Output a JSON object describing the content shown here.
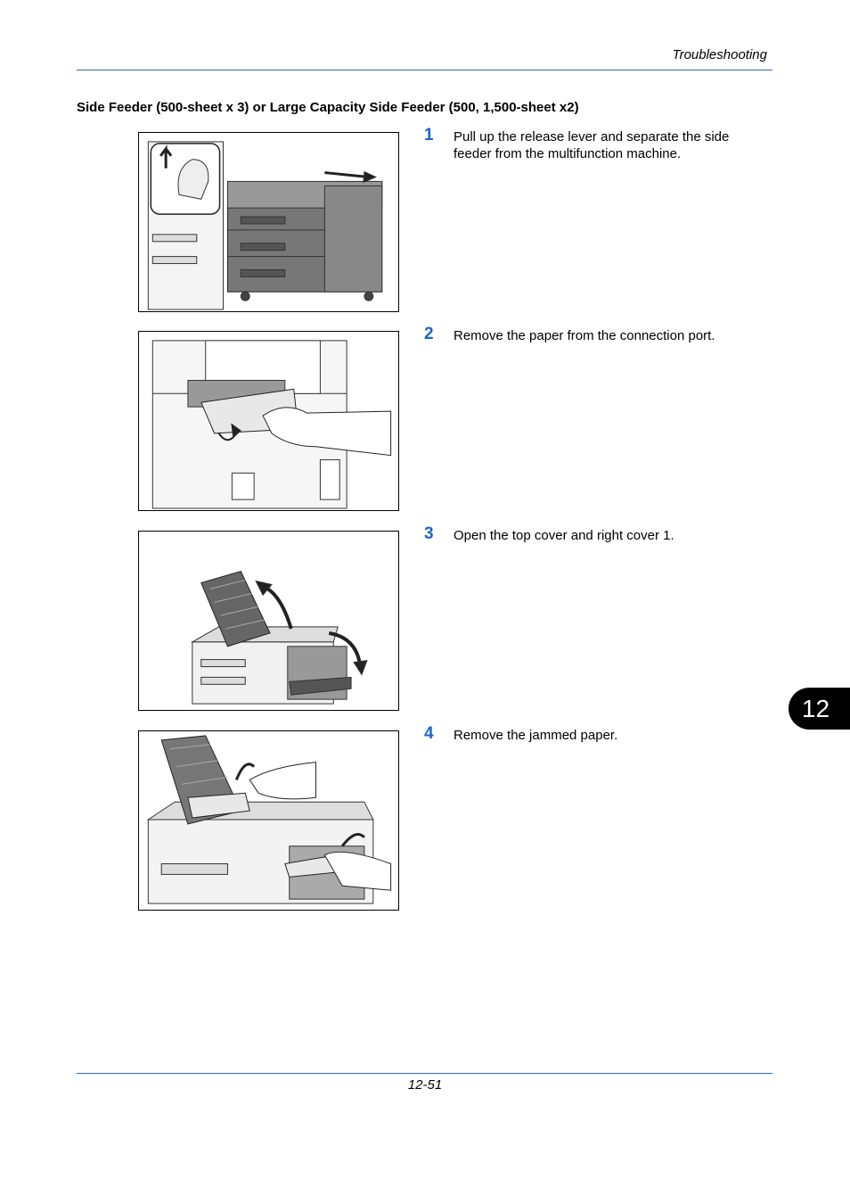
{
  "header": {
    "section": "Troubleshooting"
  },
  "title": "Side Feeder (500-sheet x 3) or Large Capacity Side Feeder (500, 1,500-sheet x2)",
  "steps": [
    {
      "number": "1",
      "text": "Pull up the release lever and separate the side feeder from the multifunction machine."
    },
    {
      "number": "2",
      "text": "Remove the paper from the connection port."
    },
    {
      "number": "3",
      "text": "Open the top cover and right cover 1."
    },
    {
      "number": "4",
      "text": "Remove the jammed paper."
    }
  ],
  "chapter_tab": "12",
  "footer": {
    "page_number": "12-51"
  },
  "colors": {
    "accent": "#1a66cc",
    "rule": "#2a6db5"
  }
}
